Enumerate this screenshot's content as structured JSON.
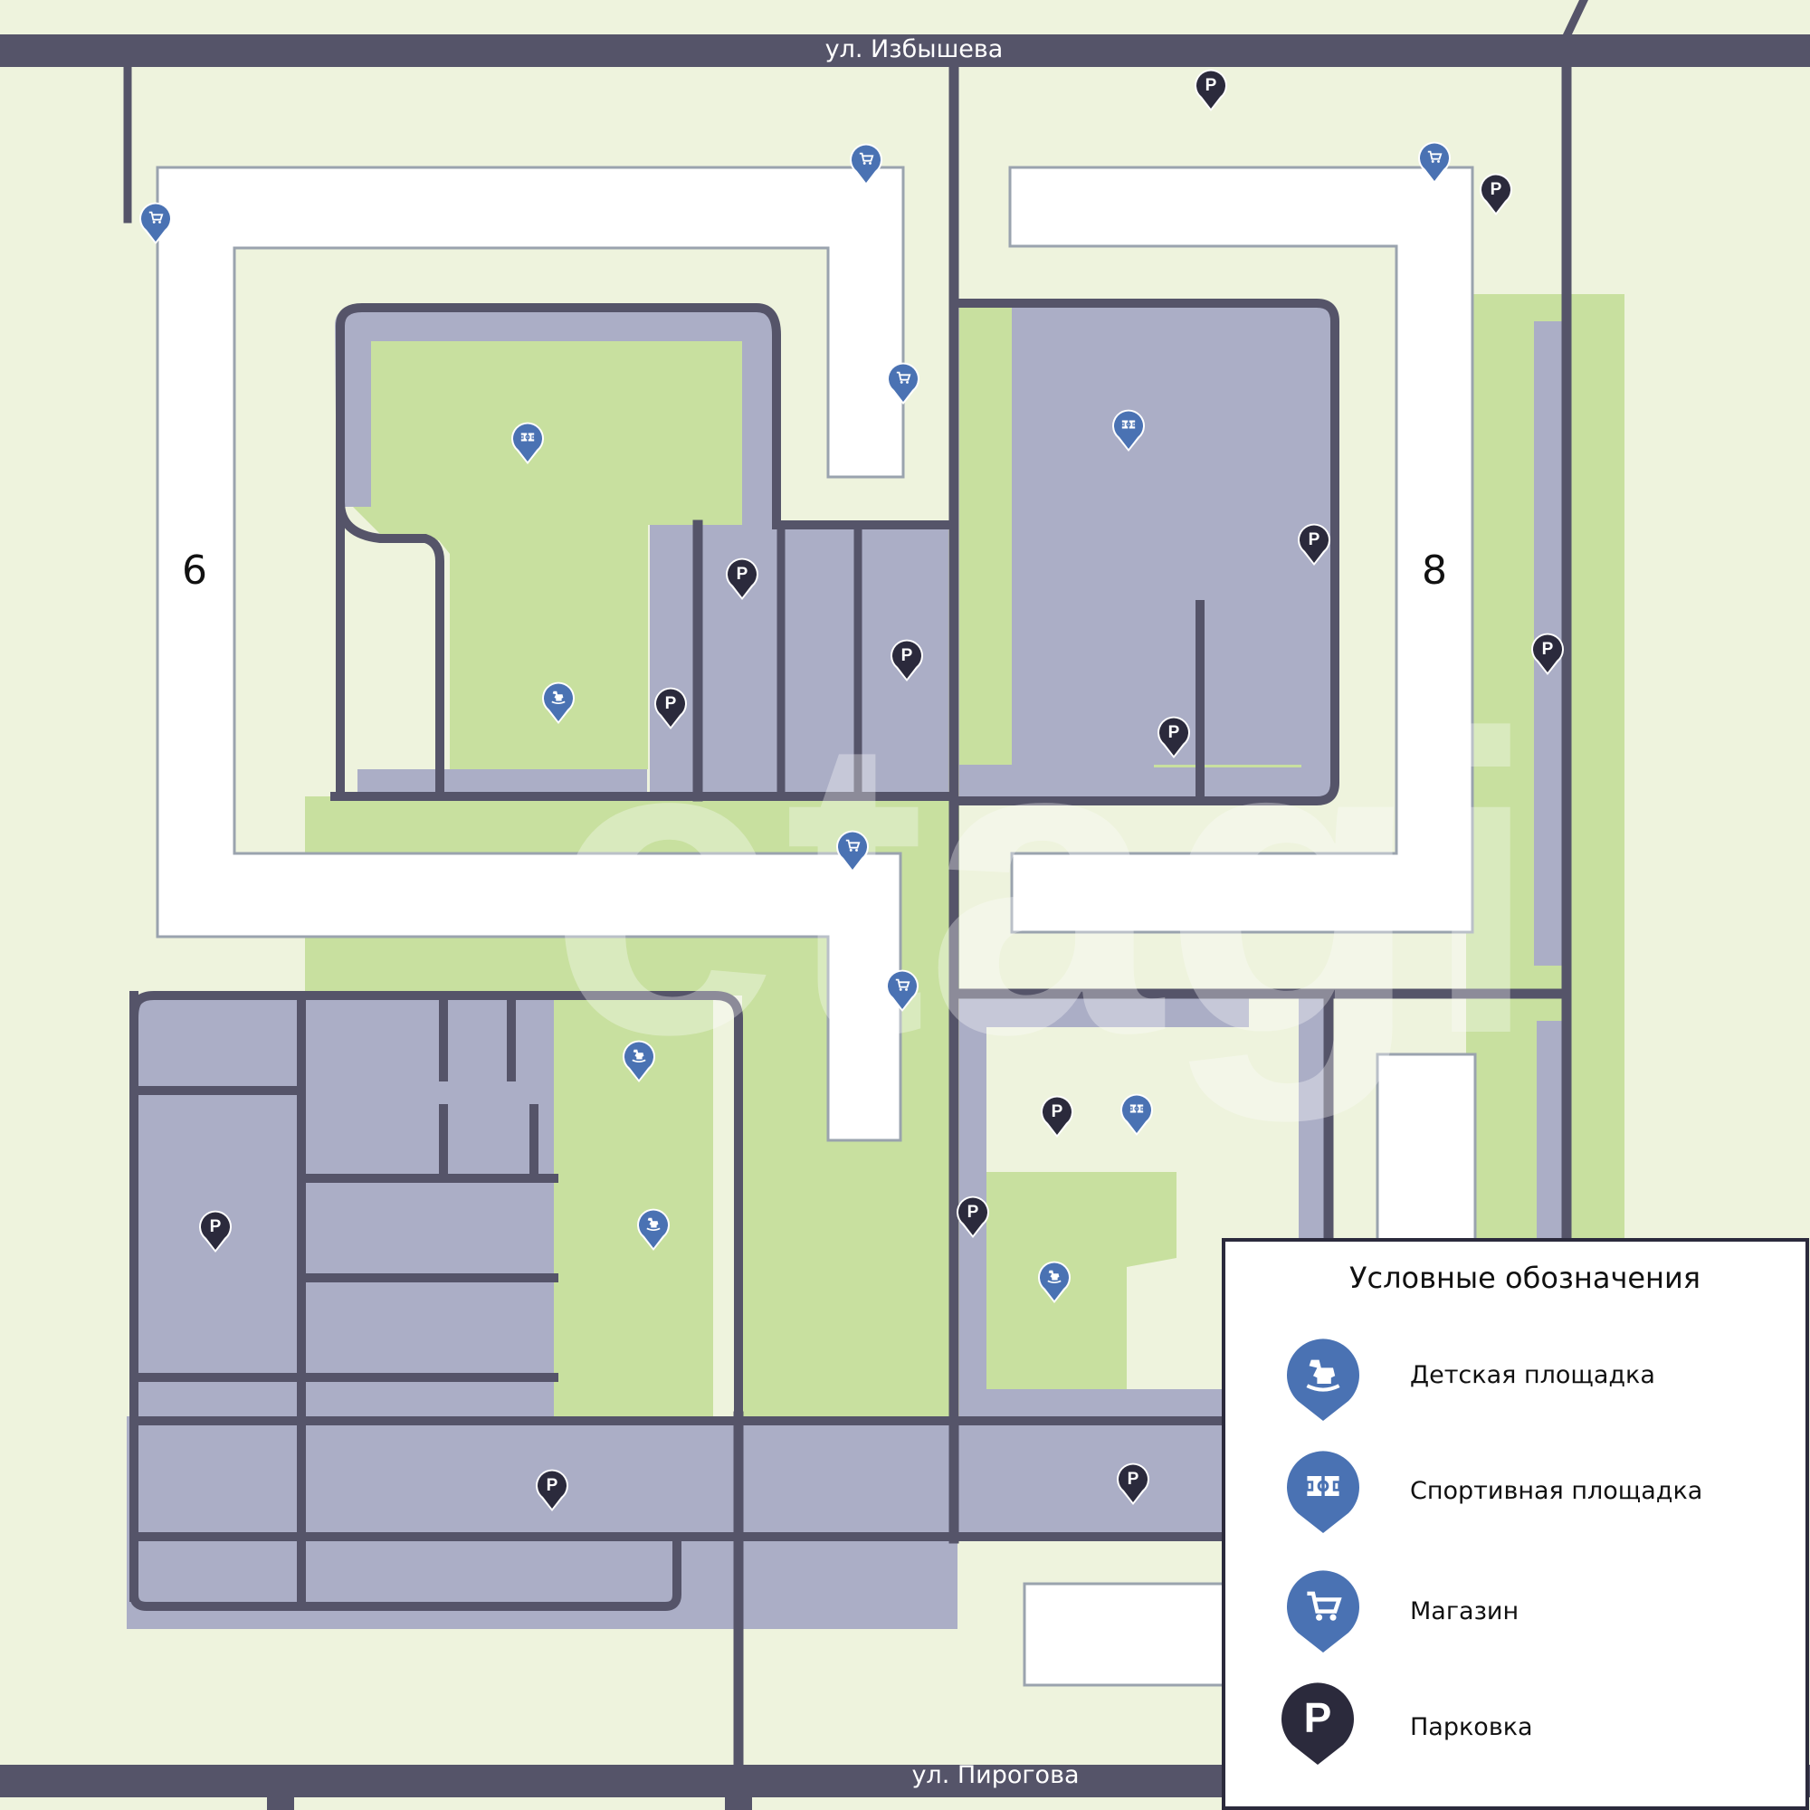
{
  "streets": {
    "top": "ул. Избышева",
    "bottom": "ул. Пирогова"
  },
  "buildings": {
    "left_number": "6",
    "right_number": "8"
  },
  "watermark": "etagi",
  "legend": {
    "title": "Условные обозначения",
    "items": [
      {
        "label": "Детская площадка",
        "icon": "horse-icon"
      },
      {
        "label": "Спортивная площадка",
        "icon": "field-icon"
      },
      {
        "label": "Магазин",
        "icon": "cart-icon"
      },
      {
        "label": "Парковка",
        "icon": "parking-icon",
        "letter": "P"
      }
    ]
  },
  "colors": {
    "background": "#eef3dd",
    "lawn": "#c8e09f",
    "paving": "#abaec6",
    "road": "#555469",
    "building": "#ffffff",
    "marker_blue": "#4a72b3",
    "marker_dark": "#2b2a3c"
  }
}
